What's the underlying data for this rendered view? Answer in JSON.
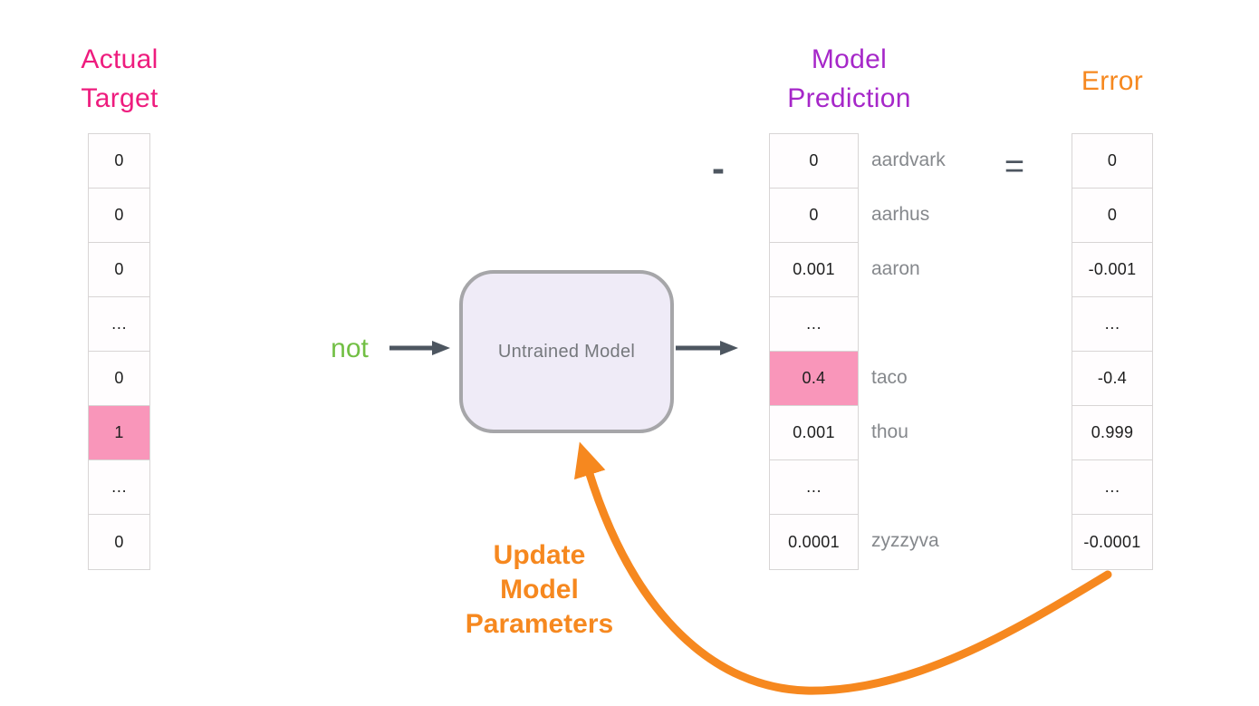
{
  "titles": {
    "actual_target": {
      "line1": "Actual",
      "line2": "Target"
    },
    "model_prediction": {
      "line1": "Model",
      "line2": "Prediction"
    },
    "error": "Error"
  },
  "input_word": "not",
  "model_box": {
    "label": "Untrained Model"
  },
  "operators": {
    "minus": "-",
    "equals": "="
  },
  "feedback": {
    "line1": "Update",
    "line2": "Model",
    "line3": "Parameters"
  },
  "vectors": {
    "actual": {
      "cells": [
        "0",
        "0",
        "0",
        "…",
        "0",
        "1",
        "…",
        "0"
      ],
      "highlight_index": 5
    },
    "prediction": {
      "cells": [
        "0",
        "0",
        "0.001",
        "…",
        "0.4",
        "0.001",
        "…",
        "0.0001"
      ],
      "highlight_index": 4,
      "labels": [
        "aardvark",
        "aarhus",
        "aaron",
        "",
        "taco",
        "thou",
        "",
        "zyzzyva"
      ]
    },
    "error": {
      "cells": [
        "0",
        "0",
        "-0.001",
        "…",
        "-0.4",
        "0.999",
        "…",
        "-0.0001"
      ]
    }
  },
  "colors": {
    "actual_title": "#EE1C7E",
    "prediction_title": "#A627C9",
    "error_title": "#F6881F",
    "feedback_text": "#F6881F",
    "input_word": "#72BF44",
    "highlight_cell": "#F996BA",
    "arrow_dark": "#4D5660",
    "arrow_orange": "#F6881F",
    "box_fill": "#EFEBF7",
    "box_border": "#A6A6A9"
  }
}
